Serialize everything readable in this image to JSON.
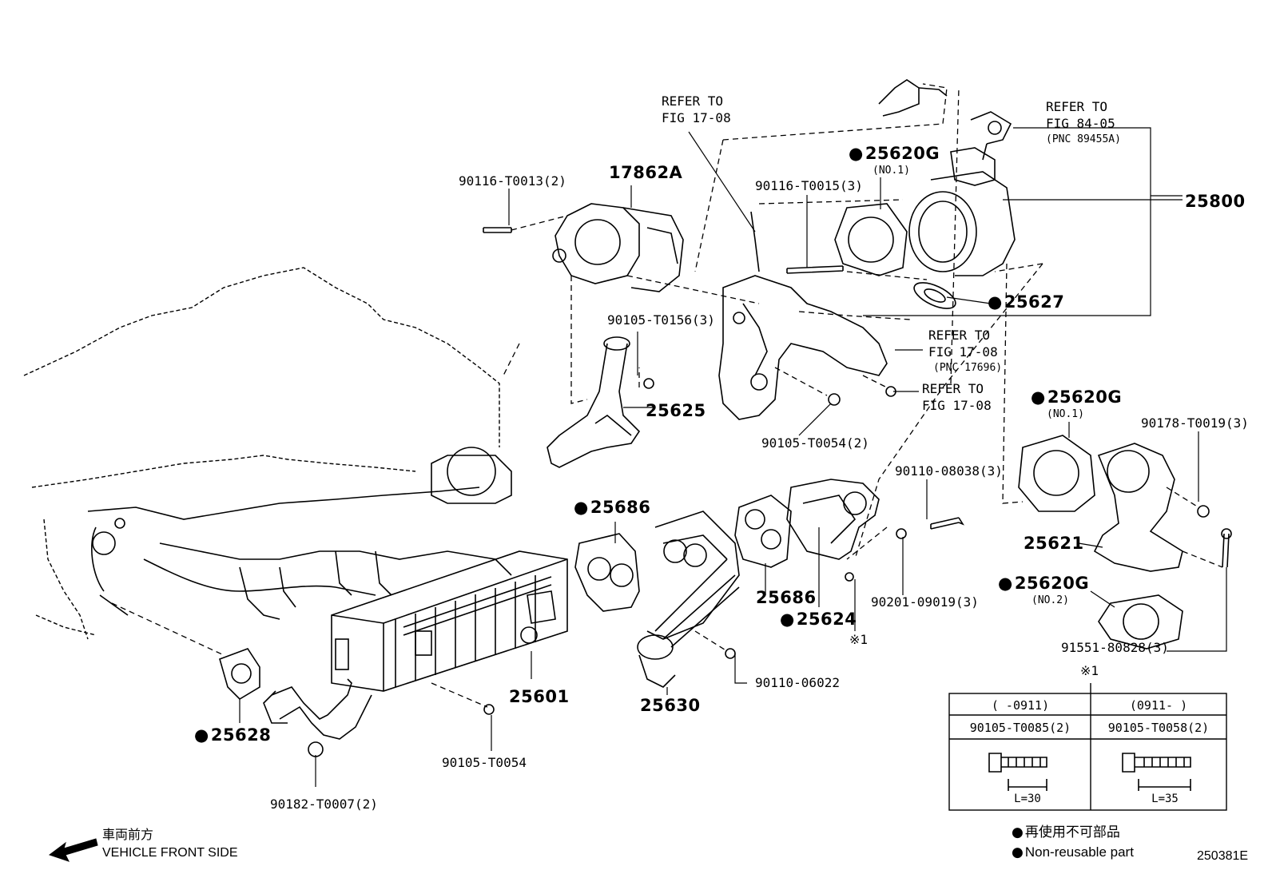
{
  "labels": {
    "p90116_t0013": "90116-T0013(2)",
    "p17862a": "17862A",
    "refer_1708_a_l1": "REFER TO",
    "refer_1708_a_l2": "FIG 17-08",
    "p25620g_a": "25620G",
    "p25620g_a_sub": "(NO.1)",
    "p90116_t0015": "90116-T0015(3)",
    "refer_8405_l1": "REFER TO",
    "refer_8405_l2": "FIG 84-05",
    "refer_8405_l3": "(PNC 89455A)",
    "p25800": "25800",
    "p25627": "25627",
    "p90105_t0156": "90105-T0156(3)",
    "refer_1708_b_l1": "REFER TO",
    "refer_1708_b_l2": "FIG 17-08",
    "refer_1708_b_l3": "(PNC 17696)",
    "refer_1708_c_l1": "REFER TO",
    "refer_1708_c_l2": "FIG 17-08",
    "p25625": "25625",
    "p90105_t0054_2": "90105-T0054(2)",
    "p25620g_b": "25620G",
    "p25620g_b_sub": "(NO.1)",
    "p90178_t0019": "90178-T0019(3)",
    "p90110_08038": "90110-08038(3)",
    "p25686_a": "25686",
    "p25686_b": "25686",
    "p25621": "25621",
    "p25620g_c": "25620G",
    "p25620g_c_sub": "(NO.2)",
    "p90201_09019": "90201-09019(3)",
    "p25624": "25624",
    "note_mark": "※1",
    "p91551_80828": "91551-80828(3)",
    "p90110_06022": "90110-06022",
    "p25601": "25601",
    "p25630": "25630",
    "p25628": "25628",
    "p90105_t0054": "90105-T0054",
    "p90182_t0007": "90182-T0007(2)",
    "front_jp": "車両前方",
    "front_en": "VEHICLE FRONT SIDE",
    "legend_jp": "再使用不可部品",
    "legend_en": "Non-reusable part",
    "diagram_id": "250381E"
  },
  "table": {
    "mark": "※1",
    "col1_range": "(    -0911)",
    "col2_range": "(0911-    )",
    "col1_part": "90105-T0085(2)",
    "col2_part": "90105-T0058(2)",
    "col1_len": "L=30",
    "col2_len": "L=35"
  }
}
